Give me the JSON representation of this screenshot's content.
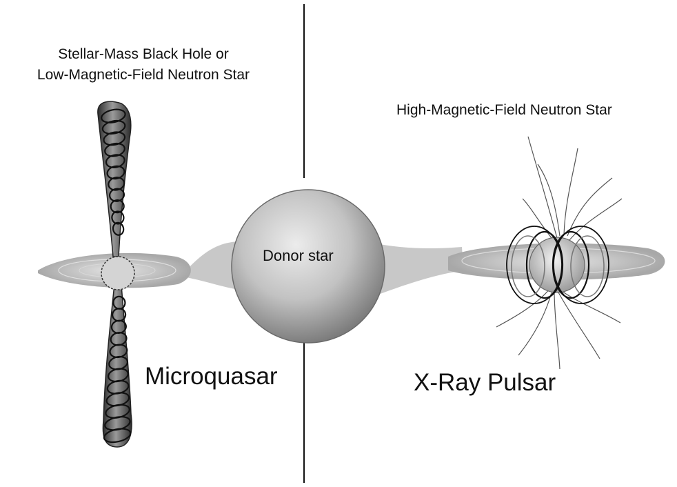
{
  "labels": {
    "left_object_line1": "Stellar-Mass Black Hole or",
    "left_object_line2": "Low-Magnetic-Field Neutron Star",
    "right_object": "High-Magnetic-Field Neutron Star",
    "donor": "Donor star",
    "microquasar": "Microquasar",
    "pulsar": "X-Ray Pulsar"
  },
  "colors": {
    "ink": "#111111",
    "sphere_light": "#e6e6e6",
    "sphere_mid": "#b4b4b4",
    "sphere_dark": "#7c7c7c",
    "disk": "#bdbdbd",
    "jet_dark": "#3c3c3c"
  }
}
